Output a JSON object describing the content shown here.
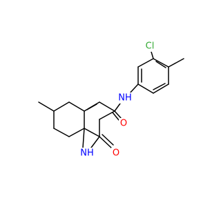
{
  "structure": {
    "atoms": [
      {
        "id": "Cl",
        "text": "Cl",
        "color": "#33aa33"
      },
      {
        "id": "NH_amide",
        "text": "NH",
        "color": "#0000ff"
      },
      {
        "id": "O_carbonyl",
        "text": "O",
        "color": "#ff0000"
      },
      {
        "id": "NH_ring",
        "text": "NH",
        "color": "#0000ff"
      },
      {
        "id": "O_lactam",
        "text": "O",
        "color": "#ff0000"
      }
    ],
    "bond_color": "#000000"
  }
}
